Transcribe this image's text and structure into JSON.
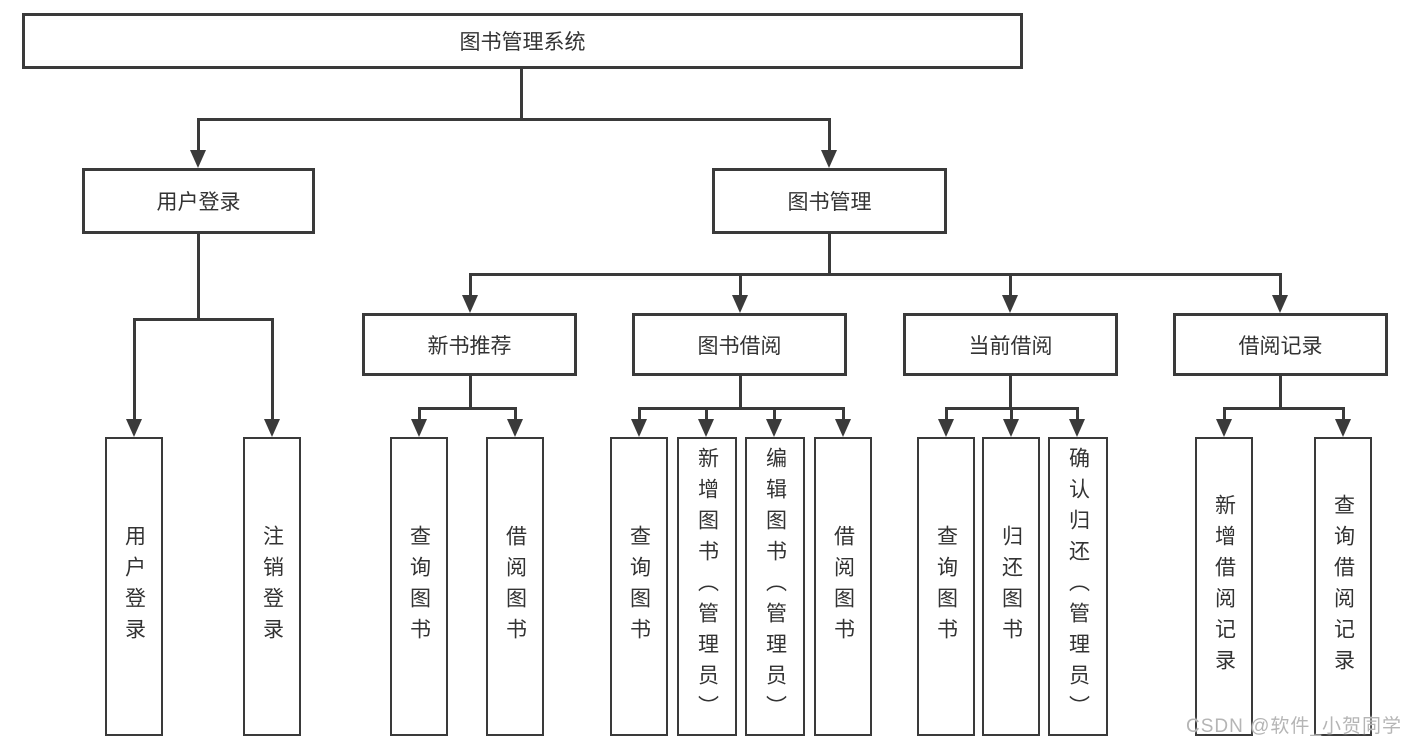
{
  "diagram": {
    "title": "图书管理系统",
    "branches": {
      "user_login": {
        "label": "用户登录",
        "children": [
          "用户登录",
          "注销登录"
        ]
      },
      "book_mgmt": {
        "label": "图书管理",
        "children": {
          "new_books": {
            "label": "新书推荐",
            "children": [
              "查询图书",
              "借阅图书"
            ]
          },
          "borrow": {
            "label": "图书借阅",
            "children": [
              "查询图书",
              "新增图书（管理员）",
              "编辑图书（管理员）",
              "借阅图书"
            ]
          },
          "current": {
            "label": "当前借阅",
            "children": [
              "查询图书",
              "归还图书",
              "确认归还（管理员）"
            ]
          },
          "records": {
            "label": "借阅记录",
            "children": [
              "新增借阅记录",
              "查询借阅记录"
            ]
          }
        }
      }
    }
  },
  "watermark": "CSDN @软件_小贺同学",
  "colors": {
    "line": "#3a3a3a",
    "text": "#333333",
    "watermark": "#b5b5b5",
    "background": "#ffffff"
  }
}
